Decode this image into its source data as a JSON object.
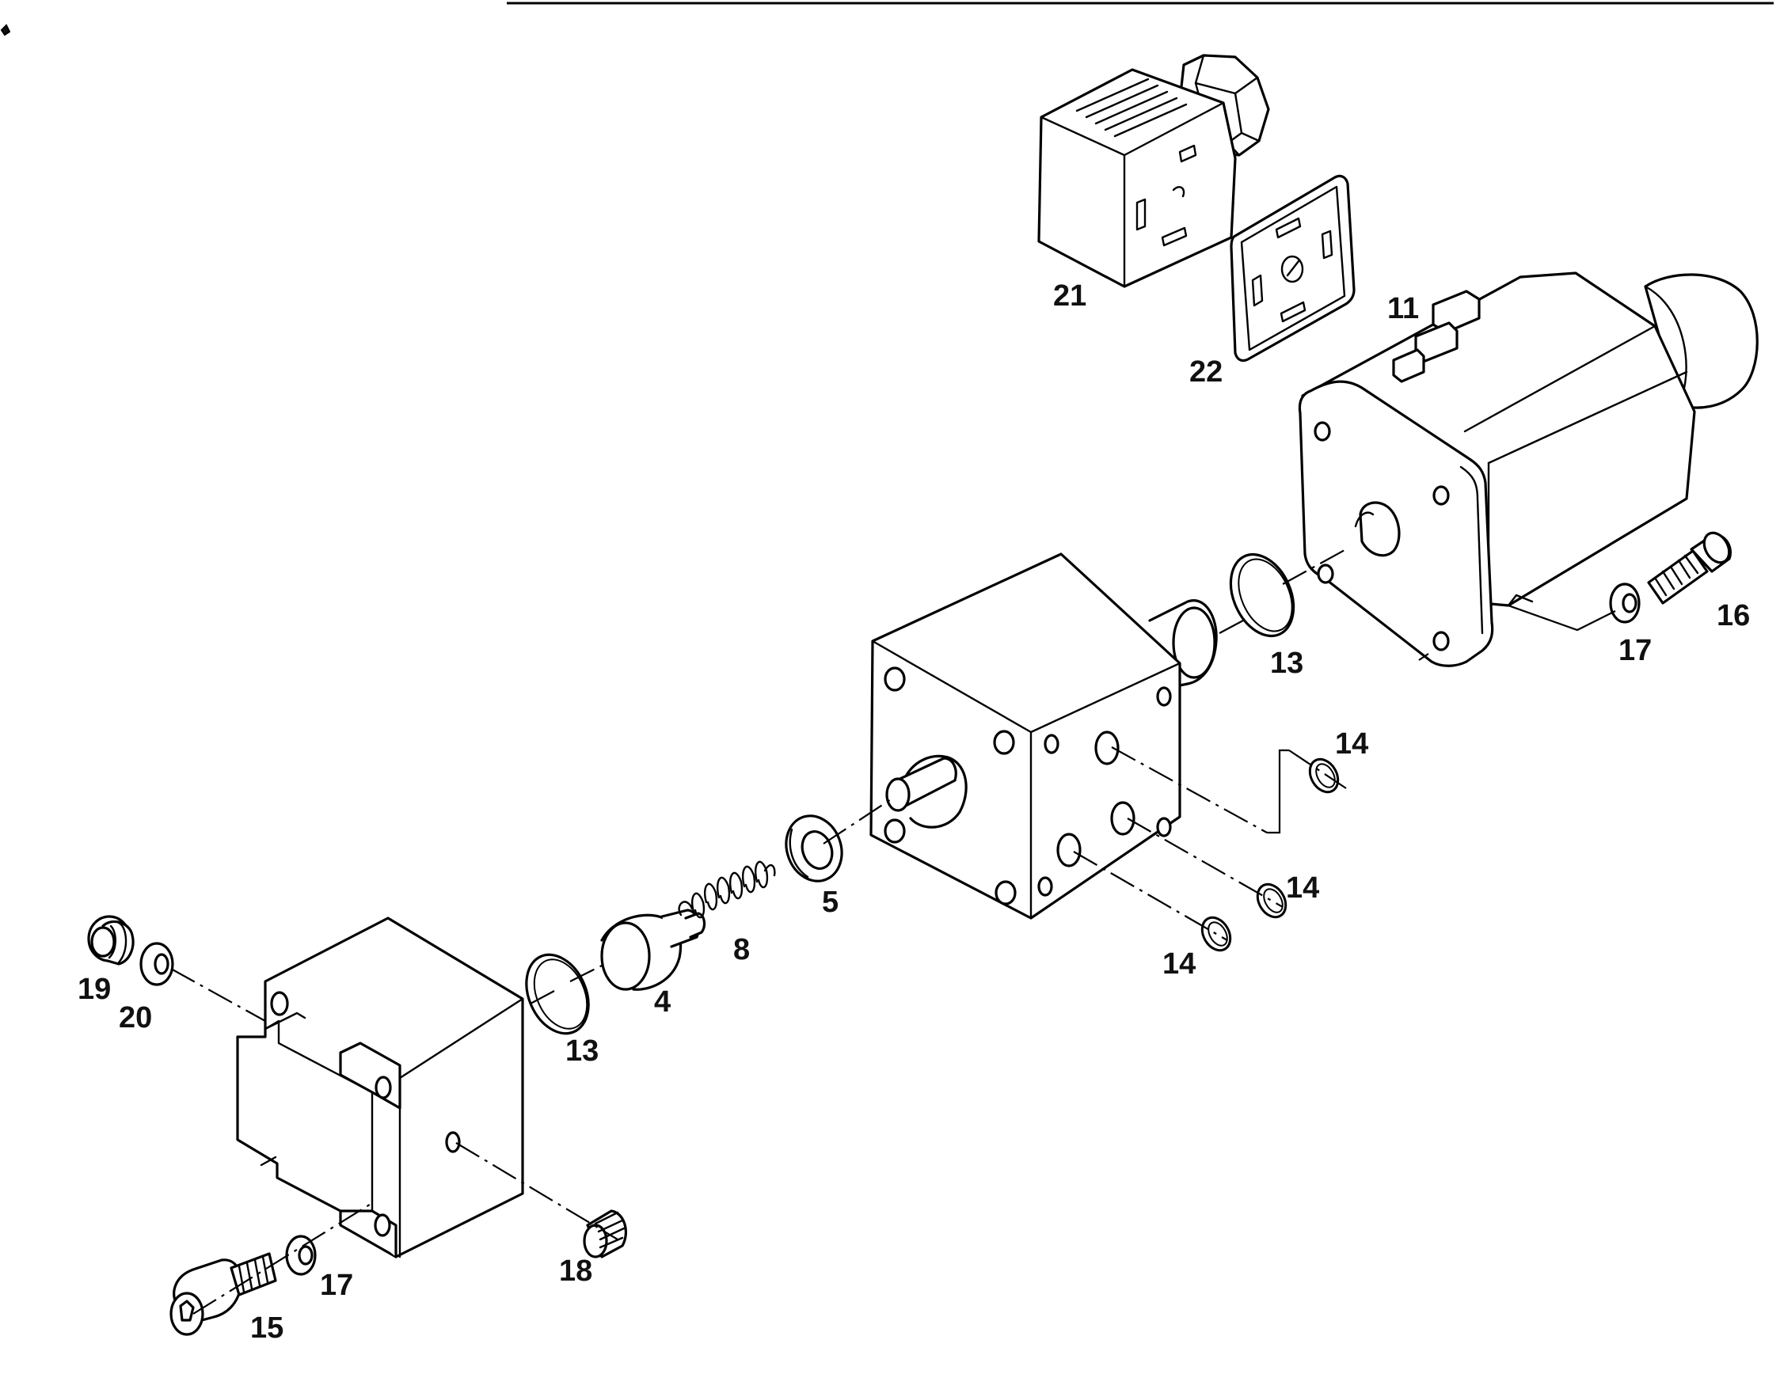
{
  "callouts": {
    "p4": "4",
    "p5": "5",
    "p8": "8",
    "p11": "11",
    "p13a": "13",
    "p13b": "13",
    "p14a": "14",
    "p14b": "14",
    "p14c": "14",
    "p15": "15",
    "p16": "16",
    "p17a": "17",
    "p17b": "17",
    "p18": "18",
    "p19": "19",
    "p20": "20",
    "p21": "21",
    "p22": "22"
  }
}
